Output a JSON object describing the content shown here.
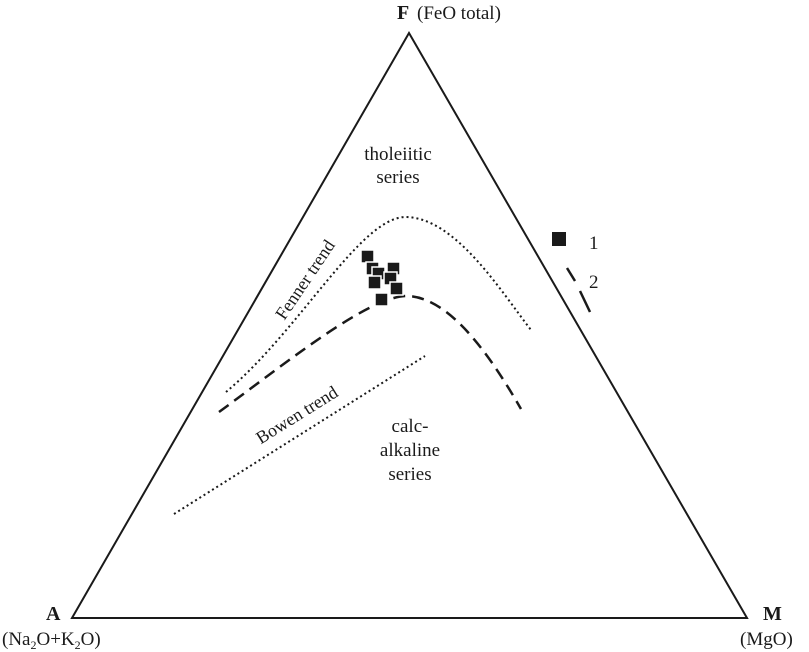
{
  "vertices": {
    "top": {
      "letter": "F",
      "formula": "(FeO total)"
    },
    "left": {
      "letter": "A",
      "formula_parts": [
        "(Na",
        "2",
        "O+K",
        "2",
        "O)"
      ]
    },
    "right": {
      "letter": "M",
      "formula": "(MgO)"
    }
  },
  "fields": {
    "tholeiitic": [
      "tholeiitic",
      "series"
    ],
    "calc_alkaline": [
      "calc-",
      "alkaline",
      "series"
    ]
  },
  "trends": {
    "fenner": "Fenner trend",
    "bowen": "Bowen trend"
  },
  "legend": [
    {
      "symbol": "filled-square",
      "label": "1"
    },
    {
      "symbol": "dashed-line",
      "label": "2"
    }
  ],
  "colors": {
    "ink": "#1a1a1a",
    "background": "#ffffff"
  }
}
